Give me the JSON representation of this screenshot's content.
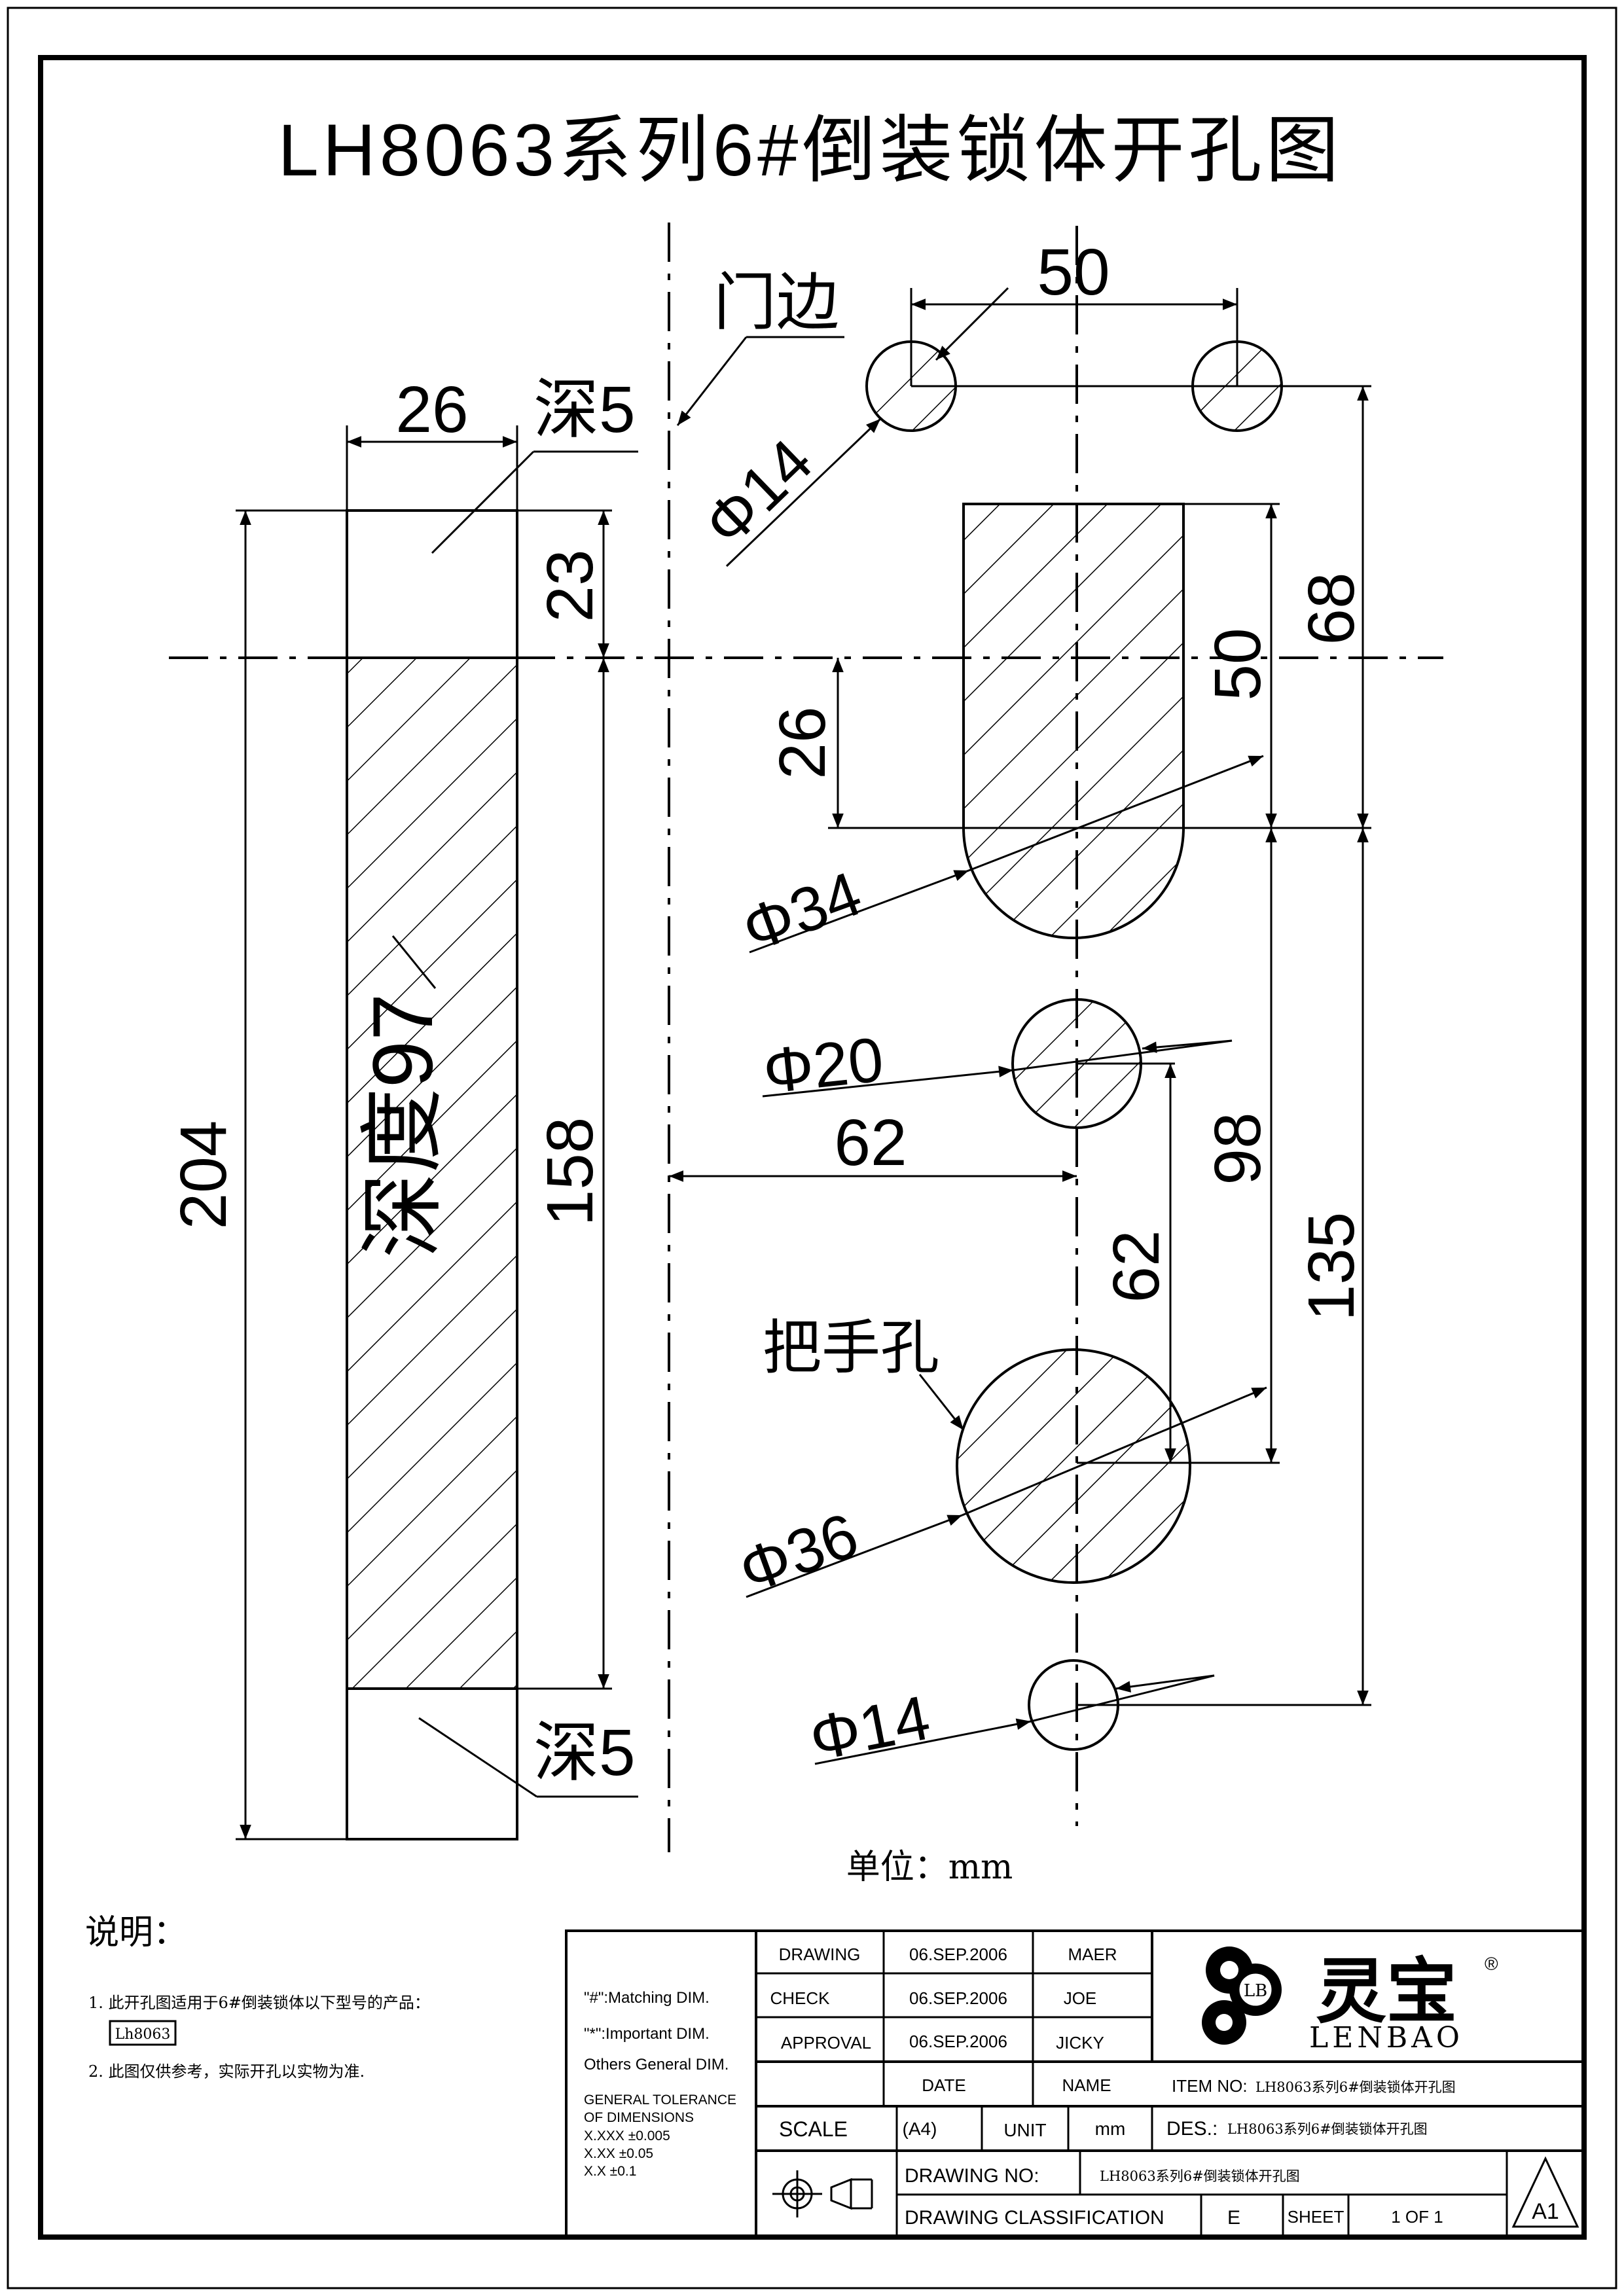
{
  "title": "LH8063系列6#倒装锁体开孔图",
  "drawing": {
    "door_edge_label": "门边",
    "unit_label": "单位：mm",
    "depth_top": "深5",
    "depth_bottom": "深5",
    "depth_body": "深度97",
    "handle_hole_label": "把手孔",
    "dims": {
      "d50_top": "50",
      "d14_top": "Φ14",
      "d26_width": "26",
      "d23": "23",
      "d204": "204",
      "d158": "158",
      "d26_mid": "26",
      "d68": "68",
      "d50_right": "50",
      "d34": "Φ34",
      "d20": "Φ20",
      "d62_h": "62",
      "d98": "98",
      "d62_v": "62",
      "d135": "135",
      "d36": "Φ36",
      "d14_bottom": "Φ14"
    }
  },
  "notes": {
    "heading": "说明：",
    "item1": "1. 此开孔图适用于6#倒装锁体以下型号的产品：",
    "item1_model": "Lh8063",
    "item2": "2. 此图仅供参考，实际开孔以实物为准."
  },
  "title_block": {
    "legend": {
      "matching": "\"#\":Matching  DIM.",
      "important": "\"*\":Important  DIM.",
      "others": "Others General  DIM.",
      "tol_heading1": "GENERAL TOLERANCE",
      "tol_heading2": "OF DIMENSIONS",
      "tol1": "X.XXX   ±0.005",
      "tol2": "X.XX     ±0.05",
      "tol3": "X.X        ±0.1"
    },
    "rows": [
      {
        "role": "DRAWING",
        "date": "06.SEP.2006",
        "name": "MAER"
      },
      {
        "role": "CHECK",
        "date": "06.SEP.2006",
        "name": "JOE"
      },
      {
        "role": "APPROVAL",
        "date": "06.SEP.2006",
        "name": "JICKY"
      }
    ],
    "date_header": "DATE",
    "name_header": "NAME",
    "logo_cn": "灵宝",
    "logo_en": "LENBAO",
    "logo_mark": "LB",
    "registered": "®",
    "item_no_label": "ITEM NO:",
    "item_no_value": "LH8063系列6#倒装锁体开孔图",
    "scale_label": "SCALE",
    "scale_value": "(A4)",
    "unit_label": "UNIT",
    "unit_value": "mm",
    "des_label": "DES.:",
    "des_value": "LH8063系列6#倒装锁体开孔图",
    "drawing_no_label": "DRAWING NO:",
    "drawing_no_value": "LH8063系列6#倒装锁体开孔图",
    "classification_label": "DRAWING CLASSIFICATION",
    "classification_value": "E",
    "sheet_label": "SHEET",
    "sheet_value": "1 OF 1",
    "sheet_size": "A1"
  }
}
